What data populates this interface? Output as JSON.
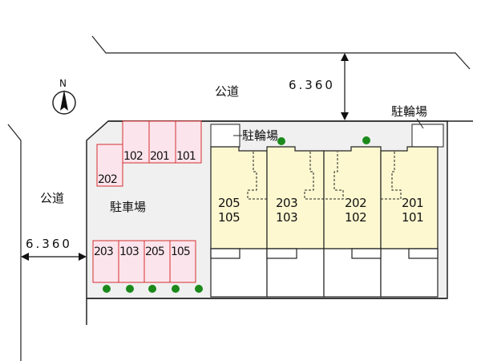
{
  "roads": {
    "top_label": "公道",
    "left_label": "公道"
  },
  "dimensions": {
    "top_width": "6.360",
    "left_width": "6.360"
  },
  "compass": {
    "label": "N"
  },
  "parking": {
    "label": "駐車場",
    "top_spaces": [
      "102",
      "201",
      "101"
    ],
    "side_space": "202",
    "bottom_spaces": [
      "203",
      "103",
      "205",
      "105"
    ]
  },
  "bicycle": {
    "inner_label": "駐輪場",
    "outer_label": "駐輪場"
  },
  "units": [
    {
      "upper": "205",
      "lower": "105"
    },
    {
      "upper": "203",
      "lower": "103"
    },
    {
      "upper": "202",
      "lower": "102"
    },
    {
      "upper": "201",
      "lower": "101"
    }
  ],
  "colors": {
    "parking_fill": "#fce4ec",
    "parking_stroke": "#d32f2f",
    "unit_fill": "#fdf8d0",
    "ground": "#f0f0f0",
    "tree": "#1b8a1b"
  }
}
